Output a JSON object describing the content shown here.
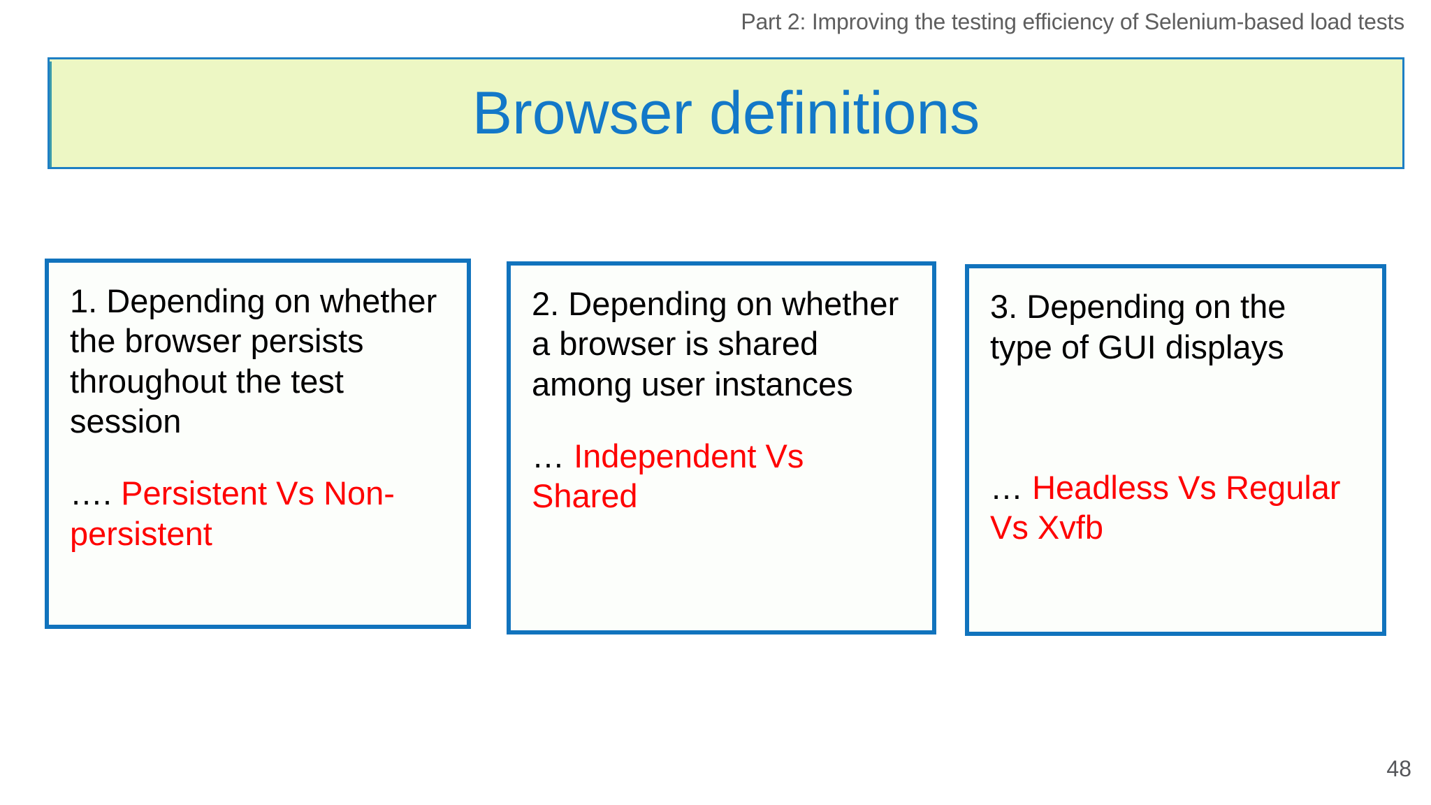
{
  "header": {
    "running_title": "Part 2: Improving the testing efficiency of Selenium-based load tests"
  },
  "title_banner": {
    "title": "Browser definitions",
    "background_color": "#edf7c4",
    "border_color": "#1e7fc4",
    "title_color": "#1378c8"
  },
  "boxes": [
    {
      "number": "1",
      "heading": "1. Depending on whether the browser persists throughout the test session",
      "outcome_prefix": "…. ",
      "outcome_accent": "Persistent Vs Non-persistent",
      "accent_color": "#fe0000",
      "border_color": "#1173bd",
      "background_color": "#fcfefb"
    },
    {
      "number": "2",
      "heading": "2. Depending on whether a browser is shared among user instances",
      "outcome_prefix": "… ",
      "outcome_accent": "Independent Vs Shared",
      "accent_color": "#fe0000",
      "border_color": "#1173bd",
      "background_color": "#fcfefb"
    },
    {
      "number": "3",
      "heading": "3. Depending on the\n type of GUI displays",
      "outcome_prefix": "… ",
      "outcome_accent": "Headless Vs Regular Vs Xvfb",
      "accent_color": "#fe0000",
      "border_color": "#1173bd",
      "background_color": "#fcfefb"
    }
  ],
  "footer": {
    "page_number": "48"
  }
}
